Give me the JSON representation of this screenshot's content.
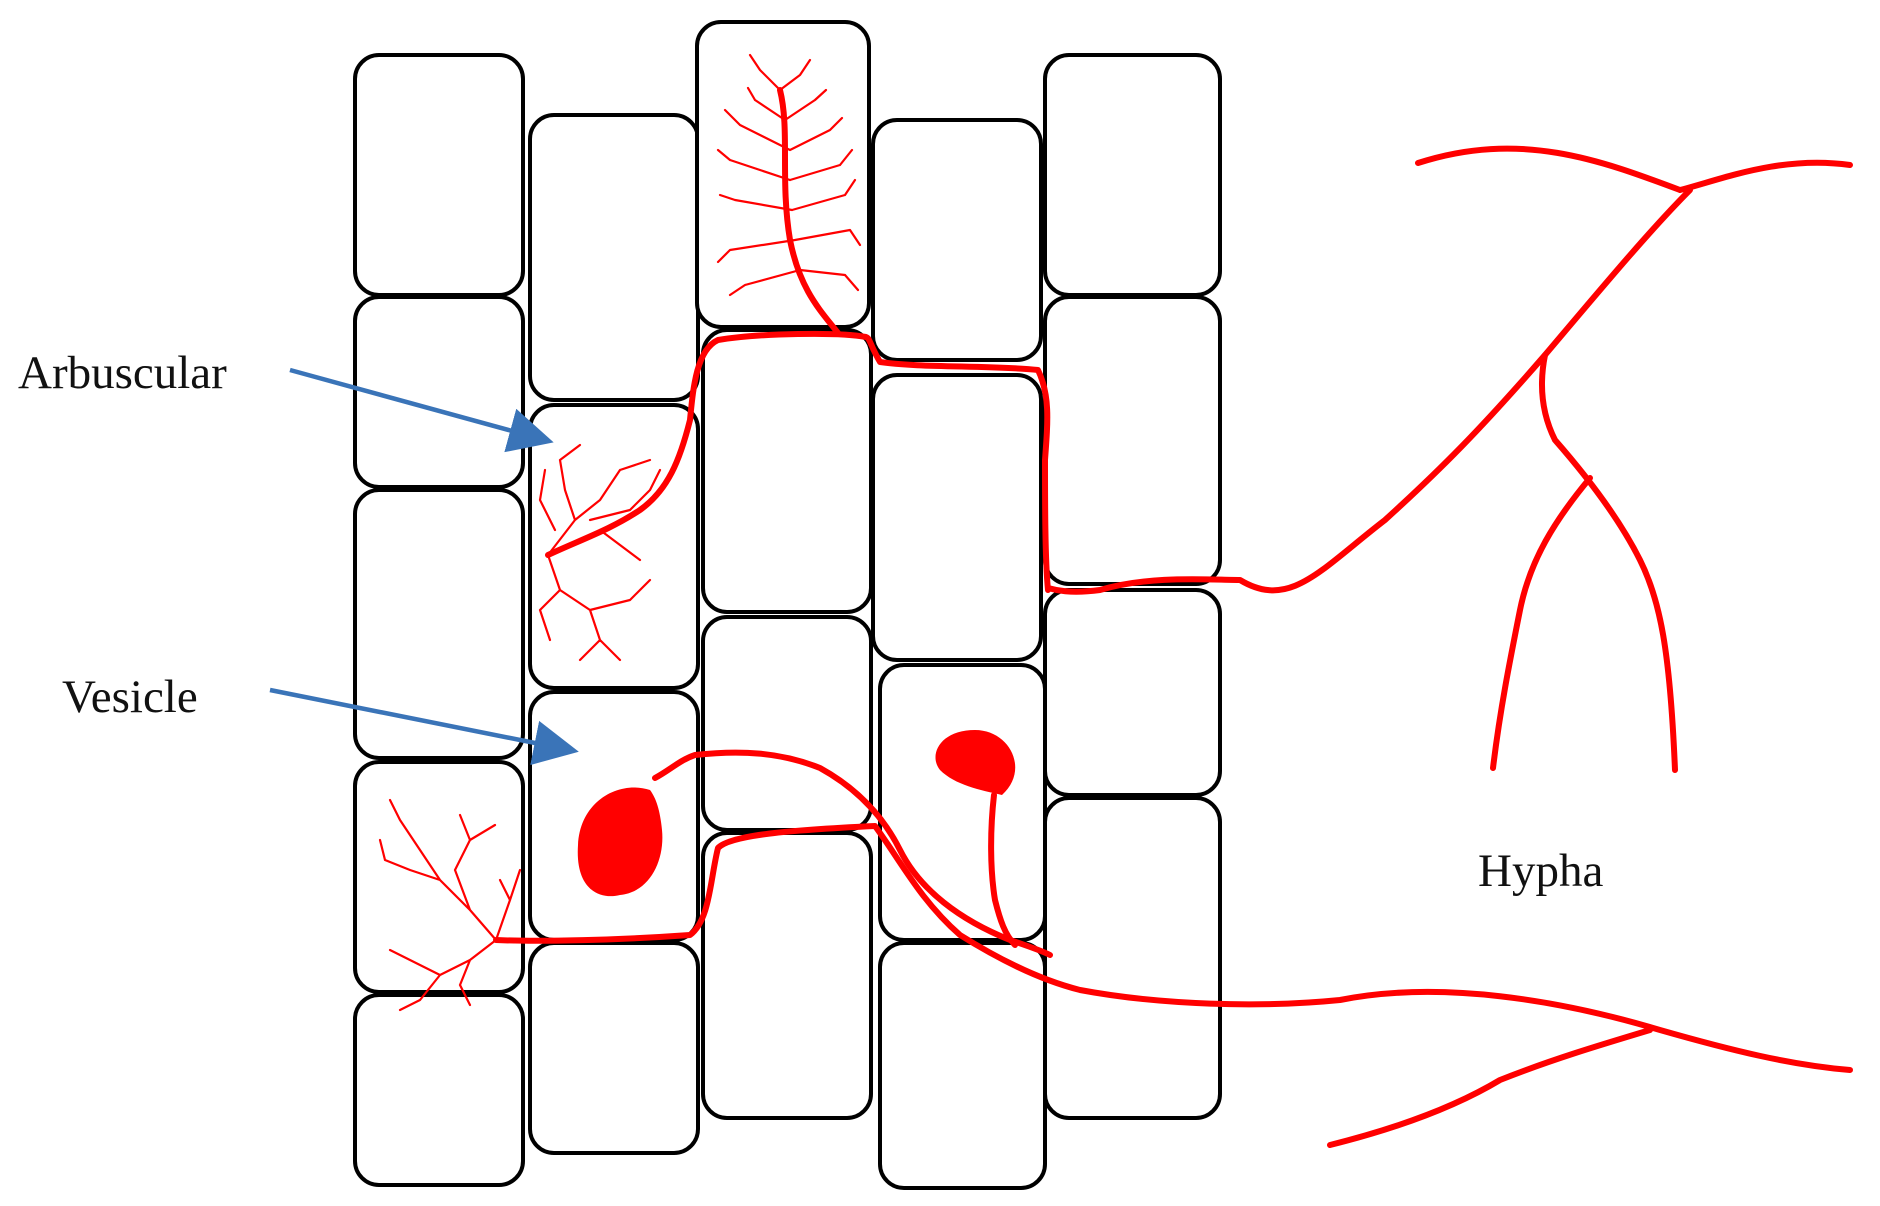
{
  "labels": {
    "arbuscular": "Arbuscular",
    "vesicle": "Vesicle",
    "hypha": "Hypha"
  },
  "colors": {
    "fungus": "#ff0000",
    "cell_wall": "#000000",
    "pointer_arrow": "#3a74b8"
  }
}
